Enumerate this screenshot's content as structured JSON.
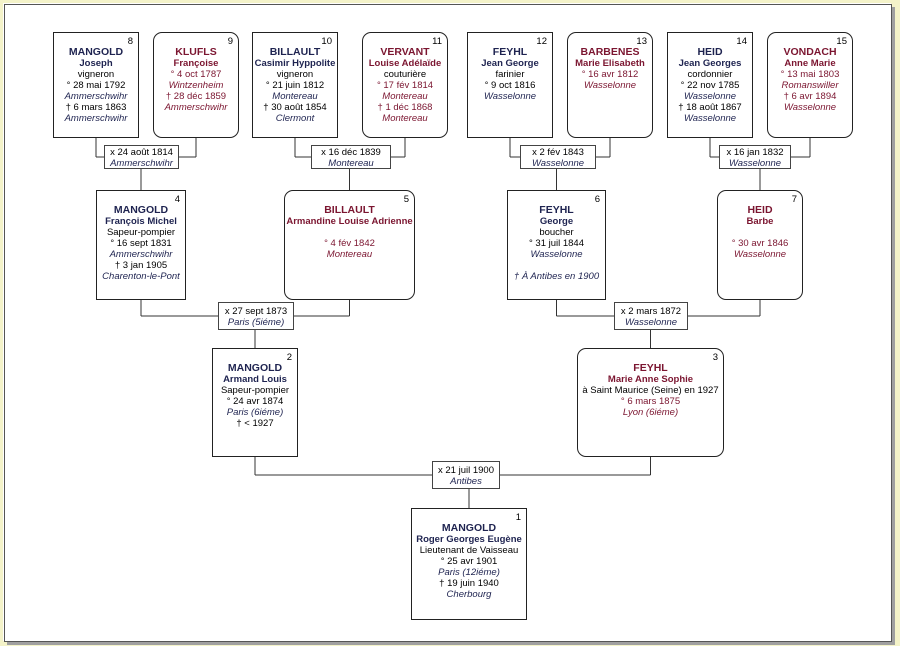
{
  "persons": [
    {
      "num": "8",
      "surname": "MANGOLD",
      "given": "Joseph",
      "occ": "vigneron",
      "sex": "m",
      "events": [
        {
          "t": "° 28 mai 1792"
        },
        {
          "t": "Ammerschwihr",
          "i": true
        },
        {
          "t": "† 6 mars 1863"
        },
        {
          "t": "Ammerschwihr",
          "i": true
        }
      ]
    },
    {
      "num": "9",
      "surname": "KLUFLS",
      "given": "Françoise",
      "occ": "",
      "sex": "f",
      "events": [
        {
          "t": "° 4 oct 1787"
        },
        {
          "t": "Wintzenheim",
          "i": true
        },
        {
          "t": "† 28 déc 1859"
        },
        {
          "t": "Ammerschwihr",
          "i": true
        }
      ]
    },
    {
      "num": "10",
      "surname": "BILLAULT",
      "given": "Casimir Hyppolite",
      "occ": "vigneron",
      "sex": "m",
      "events": [
        {
          "t": "° 21 juin 1812"
        },
        {
          "t": "Montereau",
          "i": true
        },
        {
          "t": "† 30 août 1854"
        },
        {
          "t": "Clermont",
          "i": true
        }
      ]
    },
    {
      "num": "11",
      "surname": "VERVANT",
      "given": "Louise Adélaïde",
      "occ": "couturière",
      "sex": "f",
      "events": [
        {
          "t": "° 17 fév 1814"
        },
        {
          "t": "Montereau",
          "i": true
        },
        {
          "t": "† 1 déc 1868"
        },
        {
          "t": "Montereau",
          "i": true
        }
      ]
    },
    {
      "num": "12",
      "surname": "FEYHL",
      "given": "Jean George",
      "occ": "farinier",
      "sex": "m",
      "events": [
        {
          "t": "° 9 oct 1816"
        },
        {
          "t": "Wasselonne",
          "i": true
        }
      ]
    },
    {
      "num": "13",
      "surname": "BARBENES",
      "given": "Marie Elisabeth",
      "occ": "",
      "sex": "f",
      "events": [
        {
          "t": "° 16 avr 1812"
        },
        {
          "t": "Wasselonne",
          "i": true
        }
      ]
    },
    {
      "num": "14",
      "surname": "HEID",
      "given": "Jean Georges",
      "occ": "cordonnier",
      "sex": "m",
      "events": [
        {
          "t": "° 22 nov 1785"
        },
        {
          "t": "Wasselonne",
          "i": true
        },
        {
          "t": "† 18 août 1867"
        },
        {
          "t": "Wasselonne",
          "i": true
        }
      ]
    },
    {
      "num": "15",
      "surname": "VONDACH",
      "given": "Anne Marie",
      "occ": "",
      "sex": "f",
      "events": [
        {
          "t": "° 13 mai 1803"
        },
        {
          "t": "Romanswiller",
          "i": true
        },
        {
          "t": "† 6 avr 1894"
        },
        {
          "t": "Wasselonne",
          "i": true
        }
      ]
    },
    {
      "num": "4",
      "surname": "MANGOLD",
      "given": "François Michel",
      "occ": "Sapeur-pompier",
      "sex": "m",
      "events": [
        {
          "t": "° 16 sept 1831"
        },
        {
          "t": "Ammerschwihr",
          "i": true
        },
        {
          "t": "† 3 jan 1905"
        },
        {
          "t": "Charenton-le-Pont",
          "i": true
        }
      ]
    },
    {
      "num": "5",
      "surname": "BILLAULT",
      "given": "Armandine Louise Adrienne",
      "occ": "",
      "sex": "f",
      "events": [
        {
          "t": "° 4 fév 1842",
          "gap": true
        },
        {
          "t": "Montereau",
          "i": true
        }
      ]
    },
    {
      "num": "6",
      "surname": "FEYHL",
      "given": "George",
      "occ": "boucher",
      "sex": "m",
      "events": [
        {
          "t": "° 31 juil 1844"
        },
        {
          "t": "Wasselonne",
          "i": true
        },
        {
          "t": "† À  Antibes en 1900",
          "i": true,
          "gap": true
        }
      ]
    },
    {
      "num": "7",
      "surname": "HEID",
      "given": "Barbe",
      "occ": "",
      "sex": "f",
      "events": [
        {
          "t": "° 30 avr 1846",
          "gap": true
        },
        {
          "t": "Wasselonne",
          "i": true
        }
      ]
    },
    {
      "num": "2",
      "surname": "MANGOLD",
      "given": "Armand Louis",
      "occ": "Sapeur-pompier",
      "sex": "m",
      "events": [
        {
          "t": "° 24 avr 1874"
        },
        {
          "t": "Paris (6iéme)",
          "i": true
        },
        {
          "t": "† < 1927"
        }
      ]
    },
    {
      "num": "3",
      "surname": "FEYHL",
      "given": "Marie Anne Sophie",
      "occ": "à Saint Maurice (Seine) en 1927",
      "sex": "f",
      "events": [
        {
          "t": "° 6 mars 1875"
        },
        {
          "t": "Lyon (6iéme)",
          "i": true
        }
      ]
    },
    {
      "num": "1",
      "surname": "MANGOLD",
      "given": "Roger Georges Eugène",
      "occ": "Lieutenant de Vaisseau",
      "sex": "m",
      "events": [
        {
          "t": "° 25 avr 1901"
        },
        {
          "t": "Paris (12iéme)",
          "i": true
        },
        {
          "t": "† 19 juin 1940"
        },
        {
          "t": "Cherbourg",
          "i": true
        }
      ]
    }
  ],
  "marriages": [
    {
      "date": "x 24 août 1814",
      "place": "Ammerschwihr"
    },
    {
      "date": "x 16 déc 1839",
      "place": "Montereau"
    },
    {
      "date": "x 2 fév 1843",
      "place": "Wasselonne"
    },
    {
      "date": "x 16 jan 1832",
      "place": "Wasselonne"
    },
    {
      "date": "x 27 sept 1873",
      "place": "Paris (5iéme)"
    },
    {
      "date": "x 2 mars 1872",
      "place": "Wasselonne"
    },
    {
      "date": "x 21 juil 1900",
      "place": "Antibes"
    }
  ],
  "colors": {
    "male": "#1e2350",
    "female": "#7b1530",
    "background": "#f4f3c9"
  }
}
